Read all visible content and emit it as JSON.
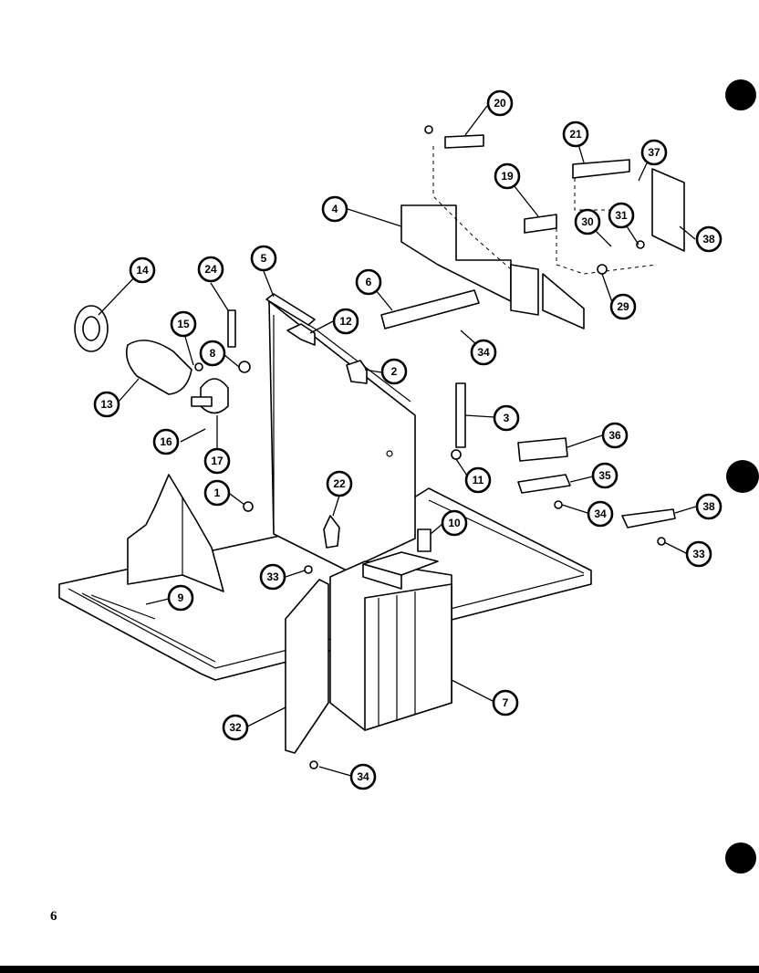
{
  "page": {
    "number": "6"
  },
  "callouts": [
    "20",
    "21",
    "37",
    "19",
    "4",
    "30",
    "31",
    "38",
    "29",
    "5",
    "24",
    "14",
    "6",
    "12",
    "15",
    "8",
    "2",
    "34",
    "13",
    "3",
    "16",
    "36",
    "17",
    "11",
    "35",
    "1",
    "22",
    "10",
    "33",
    "9",
    "7",
    "32"
  ]
}
